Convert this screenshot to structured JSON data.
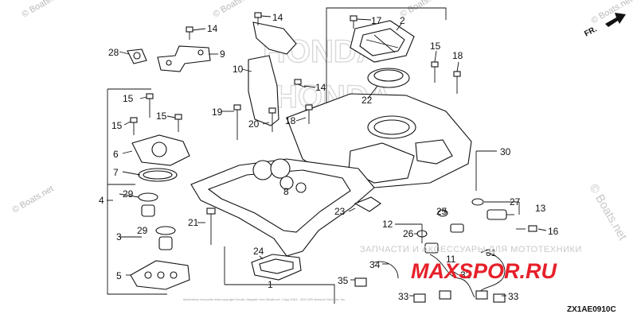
{
  "diagram": {
    "code": "ZX1AE0910C",
    "direction_label": "FR.",
    "callouts": [
      "14",
      "14",
      "14",
      "17",
      "2",
      "28",
      "9",
      "10",
      "15",
      "18",
      "14",
      "15",
      "15",
      "15",
      "19",
      "20",
      "18",
      "22",
      "6",
      "7",
      "30",
      "29",
      "4",
      "29",
      "3",
      "5",
      "21",
      "24",
      "23",
      "27",
      "13",
      "16",
      "26",
      "25",
      "12",
      "11",
      "31",
      "34",
      "32",
      "35",
      "33",
      "33",
      "1",
      "8"
    ]
  },
  "watermarks": {
    "site": "© Boats.net",
    "store": "ЗАПЧАСТИ И АКСЕССУАРЫ ДЛЯ МОТОТЕХНИКИ",
    "brand": "MAXSPOR.RU",
    "copyright": "Illustrations and parts data copyright Honda. Diagram from Boats.net. Copy 2004 - 2021 ARI Network Services, Inc."
  }
}
